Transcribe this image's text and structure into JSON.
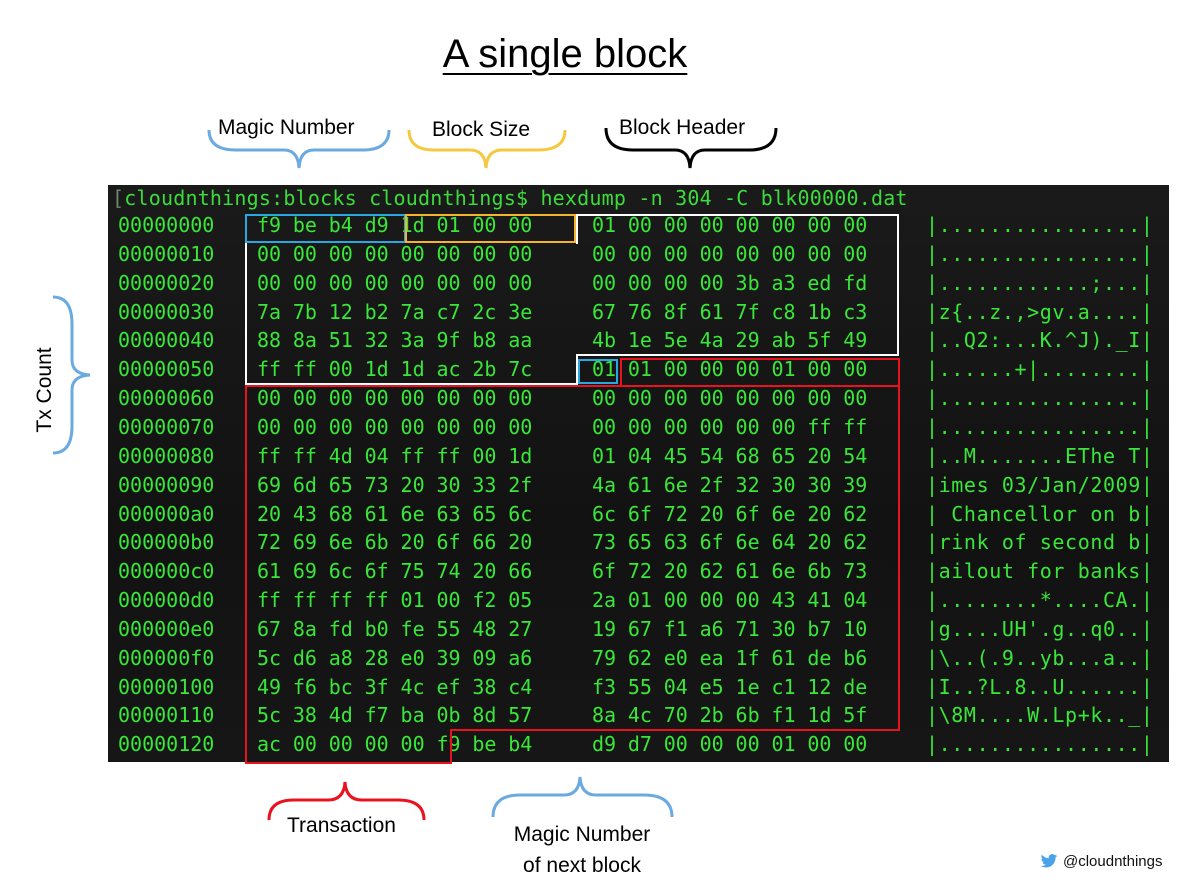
{
  "title": "A single block",
  "annotations": {
    "magic_number": "Magic Number",
    "block_size": "Block Size",
    "block_header": "Block Header",
    "tx_count": "Tx Count",
    "transaction": "Transaction",
    "magic_next_line1": "Magic Number",
    "magic_next_line2": "of next block"
  },
  "colors": {
    "magic_number": "#29a8e0",
    "block_size": "#f5b32d",
    "block_header": "#ffffff",
    "transaction": "#e8131f",
    "terminal_text": "#39e639",
    "terminal_bg": "#151515"
  },
  "terminal": {
    "prompt": "cloudnthings:blocks cloudnthings$ hexdump -n 304 -C blk00000.dat",
    "rows": [
      {
        "offset": "00000000",
        "bytes": [
          "f9",
          "be",
          "b4",
          "d9",
          "1d",
          "01",
          "00",
          "00",
          "01",
          "00",
          "00",
          "00",
          "00",
          "00",
          "00",
          "00"
        ],
        "ascii": "|................|"
      },
      {
        "offset": "00000010",
        "bytes": [
          "00",
          "00",
          "00",
          "00",
          "00",
          "00",
          "00",
          "00",
          "00",
          "00",
          "00",
          "00",
          "00",
          "00",
          "00",
          "00"
        ],
        "ascii": "|................|"
      },
      {
        "offset": "00000020",
        "bytes": [
          "00",
          "00",
          "00",
          "00",
          "00",
          "00",
          "00",
          "00",
          "00",
          "00",
          "00",
          "00",
          "3b",
          "a3",
          "ed",
          "fd"
        ],
        "ascii": "|............;...|"
      },
      {
        "offset": "00000030",
        "bytes": [
          "7a",
          "7b",
          "12",
          "b2",
          "7a",
          "c7",
          "2c",
          "3e",
          "67",
          "76",
          "8f",
          "61",
          "7f",
          "c8",
          "1b",
          "c3"
        ],
        "ascii": "|z{..z.,>gv.a....|"
      },
      {
        "offset": "00000040",
        "bytes": [
          "88",
          "8a",
          "51",
          "32",
          "3a",
          "9f",
          "b8",
          "aa",
          "4b",
          "1e",
          "5e",
          "4a",
          "29",
          "ab",
          "5f",
          "49"
        ],
        "ascii": "|..Q2:...K.^J)._I|"
      },
      {
        "offset": "00000050",
        "bytes": [
          "ff",
          "ff",
          "00",
          "1d",
          "1d",
          "ac",
          "2b",
          "7c",
          "01",
          "01",
          "00",
          "00",
          "00",
          "01",
          "00",
          "00"
        ],
        "ascii": "|......+|........|"
      },
      {
        "offset": "00000060",
        "bytes": [
          "00",
          "00",
          "00",
          "00",
          "00",
          "00",
          "00",
          "00",
          "00",
          "00",
          "00",
          "00",
          "00",
          "00",
          "00",
          "00"
        ],
        "ascii": "|................|"
      },
      {
        "offset": "00000070",
        "bytes": [
          "00",
          "00",
          "00",
          "00",
          "00",
          "00",
          "00",
          "00",
          "00",
          "00",
          "00",
          "00",
          "00",
          "00",
          "ff",
          "ff"
        ],
        "ascii": "|................|"
      },
      {
        "offset": "00000080",
        "bytes": [
          "ff",
          "ff",
          "4d",
          "04",
          "ff",
          "ff",
          "00",
          "1d",
          "01",
          "04",
          "45",
          "54",
          "68",
          "65",
          "20",
          "54"
        ],
        "ascii": "|..M.......EThe T|"
      },
      {
        "offset": "00000090",
        "bytes": [
          "69",
          "6d",
          "65",
          "73",
          "20",
          "30",
          "33",
          "2f",
          "4a",
          "61",
          "6e",
          "2f",
          "32",
          "30",
          "30",
          "39"
        ],
        "ascii": "|imes 03/Jan/2009|"
      },
      {
        "offset": "000000a0",
        "bytes": [
          "20",
          "43",
          "68",
          "61",
          "6e",
          "63",
          "65",
          "6c",
          "6c",
          "6f",
          "72",
          "20",
          "6f",
          "6e",
          "20",
          "62"
        ],
        "ascii": "| Chancellor on b|"
      },
      {
        "offset": "000000b0",
        "bytes": [
          "72",
          "69",
          "6e",
          "6b",
          "20",
          "6f",
          "66",
          "20",
          "73",
          "65",
          "63",
          "6f",
          "6e",
          "64",
          "20",
          "62"
        ],
        "ascii": "|rink of second b|"
      },
      {
        "offset": "000000c0",
        "bytes": [
          "61",
          "69",
          "6c",
          "6f",
          "75",
          "74",
          "20",
          "66",
          "6f",
          "72",
          "20",
          "62",
          "61",
          "6e",
          "6b",
          "73"
        ],
        "ascii": "|ailout for banks|"
      },
      {
        "offset": "000000d0",
        "bytes": [
          "ff",
          "ff",
          "ff",
          "ff",
          "01",
          "00",
          "f2",
          "05",
          "2a",
          "01",
          "00",
          "00",
          "00",
          "43",
          "41",
          "04"
        ],
        "ascii": "|........*....CA.|"
      },
      {
        "offset": "000000e0",
        "bytes": [
          "67",
          "8a",
          "fd",
          "b0",
          "fe",
          "55",
          "48",
          "27",
          "19",
          "67",
          "f1",
          "a6",
          "71",
          "30",
          "b7",
          "10"
        ],
        "ascii": "|g....UH'.g..q0..|"
      },
      {
        "offset": "000000f0",
        "bytes": [
          "5c",
          "d6",
          "a8",
          "28",
          "e0",
          "39",
          "09",
          "a6",
          "79",
          "62",
          "e0",
          "ea",
          "1f",
          "61",
          "de",
          "b6"
        ],
        "ascii": "|\\..(.9..yb...a..|"
      },
      {
        "offset": "00000100",
        "bytes": [
          "49",
          "f6",
          "bc",
          "3f",
          "4c",
          "ef",
          "38",
          "c4",
          "f3",
          "55",
          "04",
          "e5",
          "1e",
          "c1",
          "12",
          "de"
        ],
        "ascii": "|I..?L.8..U......|"
      },
      {
        "offset": "00000110",
        "bytes": [
          "5c",
          "38",
          "4d",
          "f7",
          "ba",
          "0b",
          "8d",
          "57",
          "8a",
          "4c",
          "70",
          "2b",
          "6b",
          "f1",
          "1d",
          "5f"
        ],
        "ascii": "|\\8M....W.Lp+k.._|"
      },
      {
        "offset": "00000120",
        "bytes": [
          "ac",
          "00",
          "00",
          "00",
          "00",
          "f9",
          "be",
          "b4",
          "d9",
          "d7",
          "00",
          "00",
          "00",
          "01",
          "00",
          "00"
        ],
        "ascii": "|................|"
      }
    ]
  },
  "footer": {
    "twitter_icon": "twitter-bird-icon",
    "handle": "@cloudnthings"
  }
}
